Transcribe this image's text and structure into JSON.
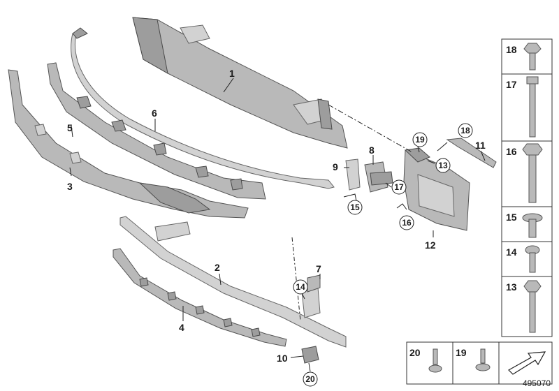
{
  "callouts": {
    "p1": "1",
    "p2": "2",
    "p3": "3",
    "p4": "4",
    "p5": "5",
    "p6": "6",
    "p7": "7",
    "p8": "8",
    "p9": "9",
    "p10": "10",
    "p11": "11",
    "p12": "12",
    "p13": "13",
    "p14": "14",
    "p15": "15",
    "p16": "16",
    "p17": "17",
    "p18": "18",
    "p19": "19",
    "p20": "20"
  },
  "parts_column": [
    "18",
    "17",
    "16",
    "15",
    "14",
    "13"
  ],
  "bottom_row": [
    "20",
    "19"
  ],
  "document_number": "495070"
}
